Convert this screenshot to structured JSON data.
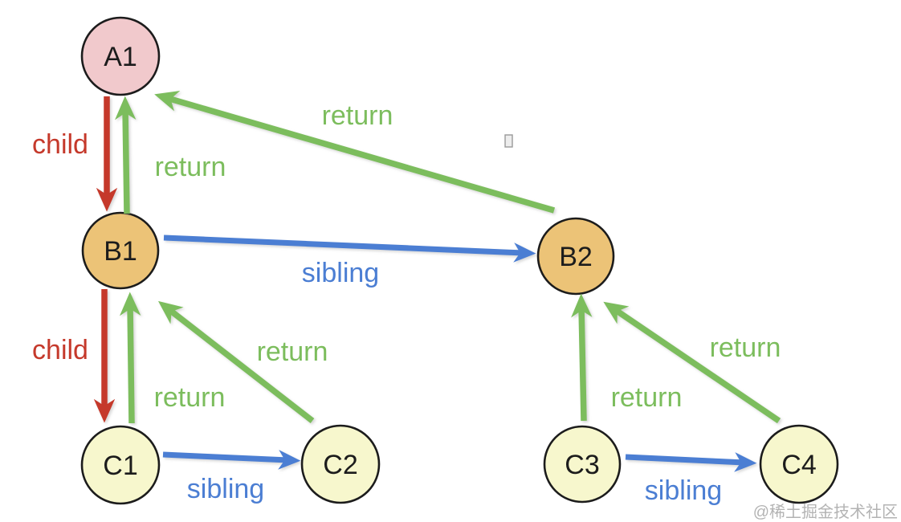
{
  "diagram": {
    "description": "DOM tree traversal diagram with child, sibling and return pointers",
    "nodes": [
      {
        "id": "A1",
        "label": "A1",
        "level": "root",
        "color": "#f1c9cc"
      },
      {
        "id": "B1",
        "label": "B1",
        "level": "branch",
        "color": "#ecc377"
      },
      {
        "id": "B2",
        "label": "B2",
        "level": "branch",
        "color": "#ecc377"
      },
      {
        "id": "C1",
        "label": "C1",
        "level": "leaf",
        "color": "#f7f7cd"
      },
      {
        "id": "C2",
        "label": "C2",
        "level": "leaf",
        "color": "#f7f7cd"
      },
      {
        "id": "C3",
        "label": "C3",
        "level": "leaf",
        "color": "#f7f7cd"
      },
      {
        "id": "C4",
        "label": "C4",
        "level": "leaf",
        "color": "#f7f7cd"
      }
    ],
    "edges": [
      {
        "from": "A1",
        "to": "B1",
        "label": "child",
        "color": "#c5392b"
      },
      {
        "from": "B1",
        "to": "A1",
        "label": "return",
        "color": "#7cbd5d"
      },
      {
        "from": "B2",
        "to": "A1",
        "label": "return",
        "color": "#7cbd5d"
      },
      {
        "from": "B1",
        "to": "B2",
        "label": "sibling",
        "color": "#4b7ed3"
      },
      {
        "from": "B1",
        "to": "C1",
        "label": "child",
        "color": "#c5392b"
      },
      {
        "from": "C1",
        "to": "B1",
        "label": "return",
        "color": "#7cbd5d"
      },
      {
        "from": "C2",
        "to": "B1",
        "label": "return",
        "color": "#7cbd5d"
      },
      {
        "from": "C1",
        "to": "C2",
        "label": "sibling",
        "color": "#4b7ed3"
      },
      {
        "from": "C3",
        "to": "B2",
        "label": "return",
        "color": "#7cbd5d"
      },
      {
        "from": "C4",
        "to": "B2",
        "label": "return",
        "color": "#7cbd5d"
      },
      {
        "from": "C3",
        "to": "C4",
        "label": "sibling",
        "color": "#4b7ed3"
      }
    ],
    "node_border_color": "#1c1c1c",
    "node_text_color": "#1c1c1c"
  },
  "colors": {
    "child": "#c5392b",
    "return": "#7cbd5d",
    "sibling": "#4b7ed3",
    "background": "#ffffff",
    "watermark": "#b3b3b3"
  },
  "watermark": {
    "text": "@稀土掘金技术社区"
  }
}
